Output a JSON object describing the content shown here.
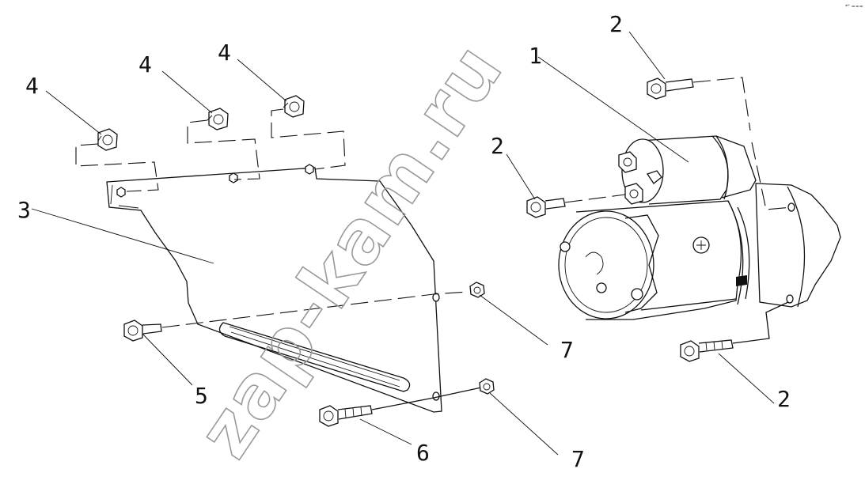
{
  "watermark": "zap-kam.ru",
  "corner_mark": "*\" ===",
  "callouts": [
    {
      "id": "c-1",
      "label": "1"
    },
    {
      "id": "c-2a",
      "label": "2"
    },
    {
      "id": "c-2b",
      "label": "2"
    },
    {
      "id": "c-2c",
      "label": "2"
    },
    {
      "id": "c-3",
      "label": "3"
    },
    {
      "id": "c-4a",
      "label": "4"
    },
    {
      "id": "c-4b",
      "label": "4"
    },
    {
      "id": "c-4c",
      "label": "4"
    },
    {
      "id": "c-5",
      "label": "5"
    },
    {
      "id": "c-6",
      "label": "6"
    },
    {
      "id": "c-7a",
      "label": "7"
    },
    {
      "id": "c-7b",
      "label": "7"
    }
  ]
}
